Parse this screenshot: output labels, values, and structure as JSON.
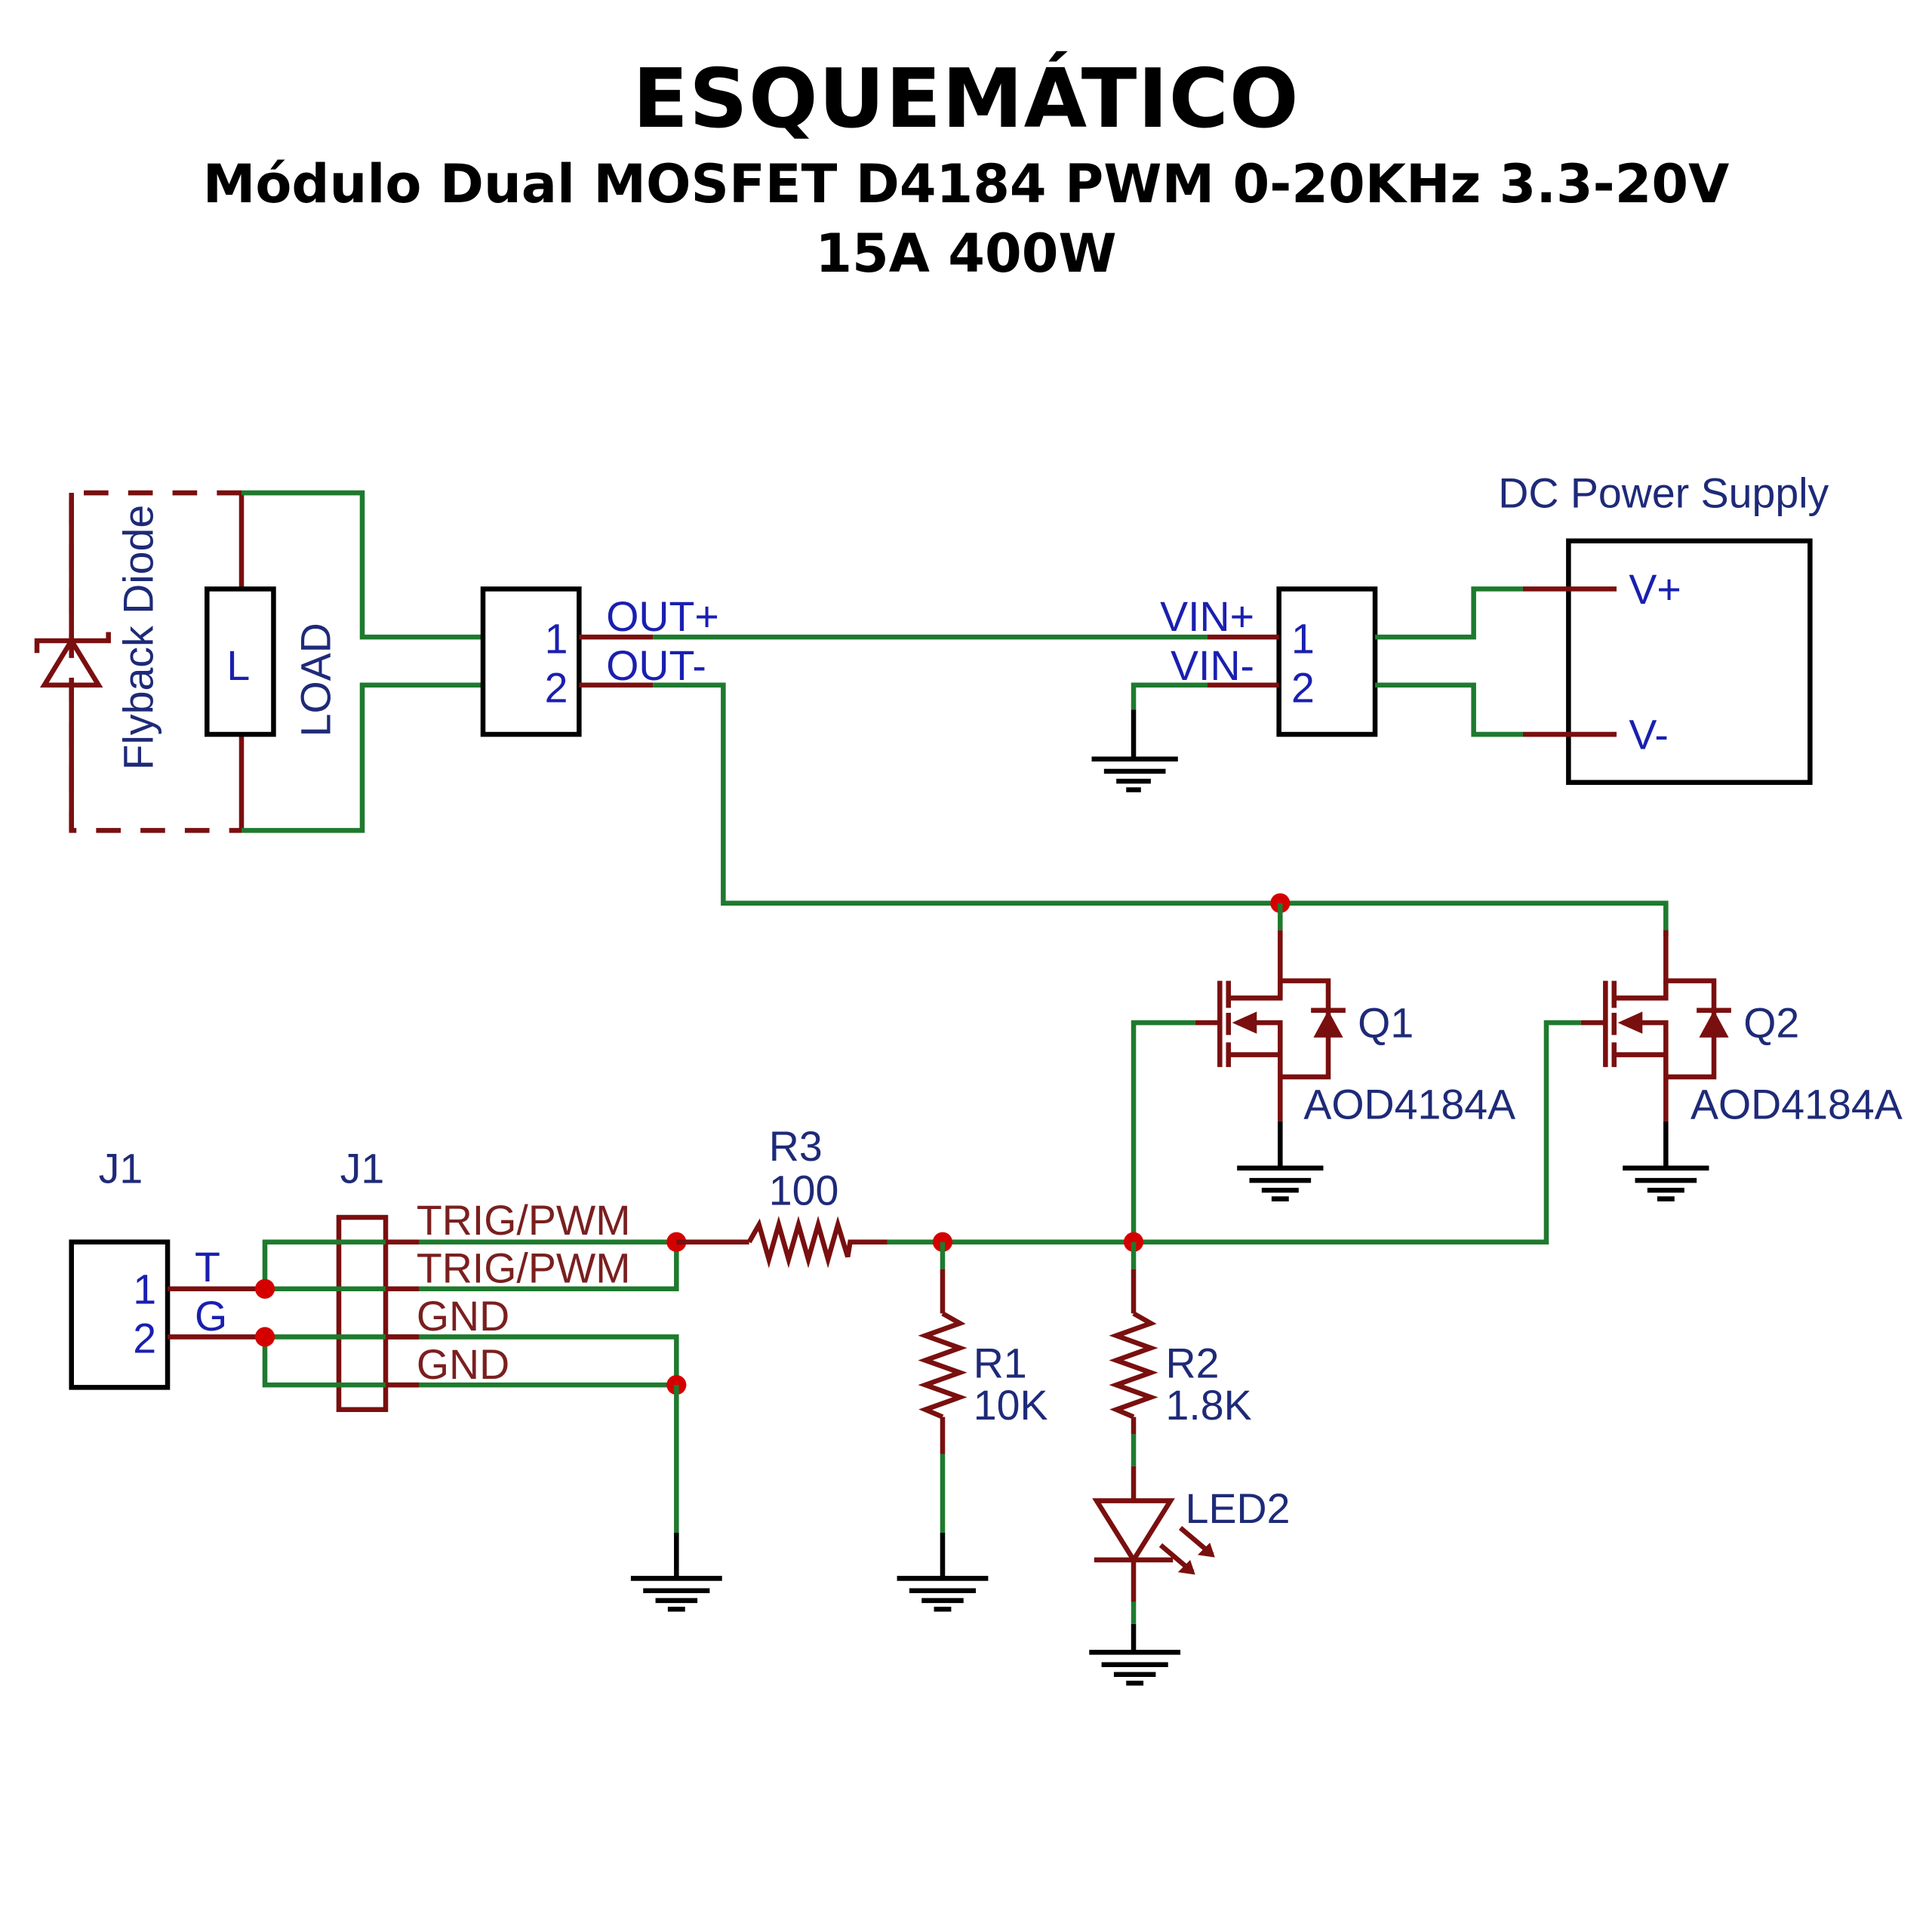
{
  "header": {
    "title": "ESQUEMÁTICO",
    "subtitle_line1": "Módulo Dual MOSFET D4184 PWM 0-20KHz 3.3-20V",
    "subtitle_line2": "15A 400W"
  },
  "colors": {
    "wire": "#1e7a2e",
    "pin": "#7a0f0f",
    "junction": "#d40000",
    "label": "#1a1fb0",
    "body": "#000000"
  },
  "load": {
    "symbol": "L",
    "label": "LOAD",
    "diode_label": "Flyback Diode"
  },
  "out_connector": {
    "pins": [
      "1",
      "2"
    ],
    "pin_labels": [
      "OUT+",
      "OUT-"
    ]
  },
  "vin_connector": {
    "pins": [
      "1",
      "2"
    ],
    "pin_labels": [
      "VIN+",
      "VIN-"
    ]
  },
  "power_supply": {
    "title": "DC Power Supply",
    "pins": [
      "V+",
      "V-"
    ]
  },
  "mosfets": [
    {
      "ref": "Q1",
      "part": "AOD4184A"
    },
    {
      "ref": "Q2",
      "part": "AOD4184A"
    }
  ],
  "input_connector": {
    "ref": "J1",
    "pins": [
      "1",
      "2"
    ],
    "pin_labels": [
      "T",
      "G"
    ]
  },
  "header_connector": {
    "ref": "J1",
    "pin_labels": [
      "TRIG/PWM",
      "TRIG/PWM",
      "GND",
      "GND"
    ]
  },
  "resistors": [
    {
      "ref": "R3",
      "value": "100"
    },
    {
      "ref": "R1",
      "value": "10K"
    },
    {
      "ref": "R2",
      "value": "1.8K"
    }
  ],
  "led": {
    "ref": "LED2"
  }
}
